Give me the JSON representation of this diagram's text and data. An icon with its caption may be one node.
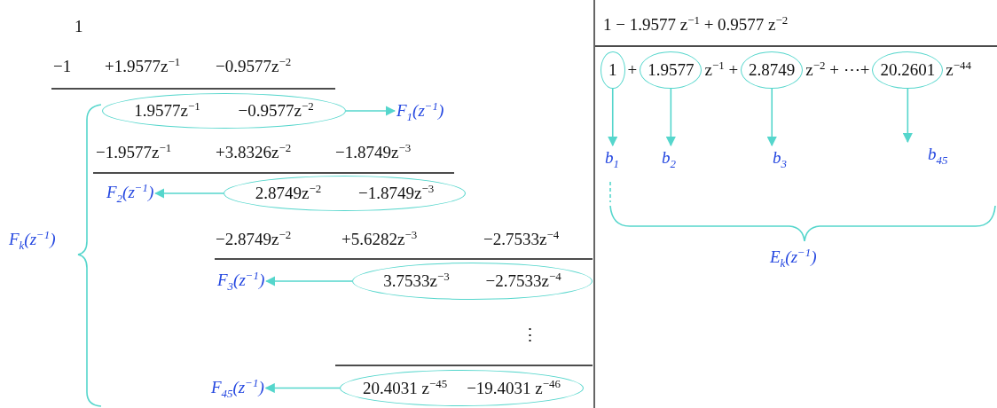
{
  "diagram": {
    "nodes": [
      {
        "text": [
          "1.9577z$^{−1}$",
          "−0.9577z$^{−2}$"
        ]
      },
      {
        "text": [
          "F$_{1}$(z$^{−1}$)"
        ]
      },
      {
        "text": [
          "F$_{2}$(z$^{−1}$)"
        ]
      },
      {
        "text": [
          "2.8749z$^{−2}$",
          "−1.8749z$^{−3}$"
        ]
      },
      {
        "text": [
          "F$_{3}$(z$^{−1}$)"
        ]
      },
      {
        "text": [
          "3.7533z$^{−3}$",
          "−2.7533z$^{−4}$"
        ]
      },
      {
        "text": [
          "F$_{45}$(z$^{−1}$)"
        ]
      },
      {
        "text": [
          "20.4031 z$^{−45}$",
          "−19.4031 z$^{−46}$"
        ]
      },
      {
        "text": [
          "1"
        ]
      },
      {
        "text": [
          "1.9577"
        ]
      },
      {
        "text": [
          "2.8749"
        ]
      },
      {
        "text": [
          "20.2601"
        ]
      },
      {
        "text": [
          "b$_{1}$"
        ]
      },
      {
        "text": [
          "b$_{2}$"
        ]
      },
      {
        "text": [
          "b$_{3}$"
        ]
      },
      {
        "text": [
          "b$_{45}$"
        ]
      }
    ],
    "edges": [
      {
        "from": 0,
        "to": 1,
        "arrow": "to"
      },
      {
        "from": 3,
        "to": 2,
        "arrow": "to"
      },
      {
        "from": 5,
        "to": 4,
        "arrow": "to"
      },
      {
        "from": 7,
        "to": 6,
        "arrow": "to"
      },
      {
        "from": 8,
        "to": 12,
        "arrow": "to"
      },
      {
        "from": 9,
        "to": 13,
        "arrow": "to"
      },
      {
        "from": 10,
        "to": 14,
        "arrow": "to"
      },
      {
        "from": 11,
        "to": 15,
        "arrow": "to"
      }
    ],
    "labels": [
      "1",
      "−1",
      "+1.9577z$^{−1}$",
      "−0.9577z$^{−2}$",
      "1 − 1.9577 z$^{−1}$ + 0.9577 z$^{−2}$",
      "+",
      "z$^{−1}$ +",
      "z$^{−2}$ + ⋯+",
      "z$^{−44}$",
      "−1.9577z$^{−1}$",
      "+3.8326z$^{−2}$",
      "−1.8749z$^{−3}$",
      "−2.8749z$^{−2}$",
      "+5.6282z$^{−3}$",
      "−2.7533z$^{−4}$",
      "⋮",
      "F$_{k}$(z$^{−1}$)",
      "E$_{k}$(z$^{−1}$)"
    ]
  }
}
